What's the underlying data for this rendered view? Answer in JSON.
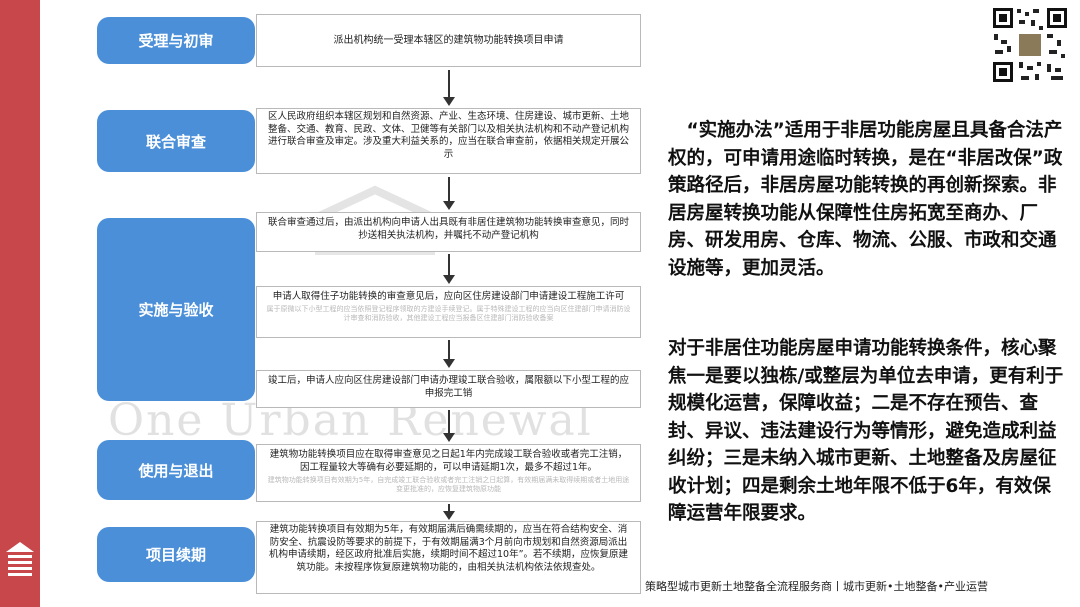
{
  "stages": [
    "受理与初审",
    "联合审查",
    "实施与验收",
    "使用与退出",
    "项目续期"
  ],
  "steps": {
    "s1": "派出机构统一受理本辖区的建筑物功能转换项目申请",
    "s2": "区人民政府组织本辖区规划和自然资源、产业、生态环境、住房建设、城市更新、土地整备、交通、教育、民政、文体、卫健等有关部门以及相关执法机构和不动产登记机构进行联合审查及审定。涉及重大利益关系的，应当在联合审查前，依据相关规定开展公示",
    "s3": "联合审查通过后，由派出机构向申请人出具既有非居住建筑物功能转换审查意见，同时抄送相关执法机构，并嘱托不动产登记机构",
    "s4": "申请人取得住子功能转换的审查意见后，应向区住房建设部门申请建设工程施工许可",
    "s4_faint": "属于原微以下小型工程的应当依照登记程序领取的方建设手续登记。属于特殊建设工程的应当向区住建部门申请消防设计审查和消防验收，其他建设工程应当报备区住建部门消防验收备案",
    "s5": "竣工后，申请人应向区住房建设部门申请办理竣工联合验收，属限额以下小型工程的应申报完工销",
    "s6": "建筑物功能转换项目应在取得审查意见之日起1年内完成竣工联合验收或者完工注销，因工程量较大等确有必要延期的，可以申请延期1次，最多不超过1年。",
    "s6_faint": "建筑物功能转换项目有效期为5年，自完成竣工联合验收或者完工注销之日起算，有效期届满未取得续期或者土地用途变更批准的，应恢复建筑物原功能",
    "s7": "建筑功能转换项目有效期为5年，有效期届满后确需续期的，应当在符合结构安全、消防安全、抗震设防等要求的前提下，于有效期届满3个月前向市规划和自然资源局派出机构申请续期，经区政府批准后实施，续期时间不超过10年”。若不续期，应恢复原建筑功能。未按程序恢复原建筑物功能的，由相关执法机构依法依规查处。"
  },
  "watermark": "One Urban Renewal",
  "right_para1": "“实施办法”适用于非居功能房屋且具备合法产权的，可申请用途临时转换，是在“非居改保”政策路径后，非居房屋功能转换的再创新探索。非居房屋转换功能从保障性住房拓宽至商办、厂房、研发用房、仓库、物流、公服、市政和交通设施等，更加灵活。",
  "right_para2": "对于非居住功能房屋申请功能转换条件，核心聚焦一是要以独栋/或整层为单位去申请，更有利于规模化运营，保障收益；二是不存在预告、查封、异议、违法建设行为等情形，避免造成利益纠纷；三是未纳入城市更新、土地整备及房屋征收计划；四是剩余土地年限不低于6年，有效保障运营年限要求。",
  "footer": "策略型城市更新土地整备全流程服务商丨城市更新•土地整备•产业运营",
  "colors": {
    "side_bar": "#c8474b",
    "stage_blue": "#4a8fd8"
  }
}
